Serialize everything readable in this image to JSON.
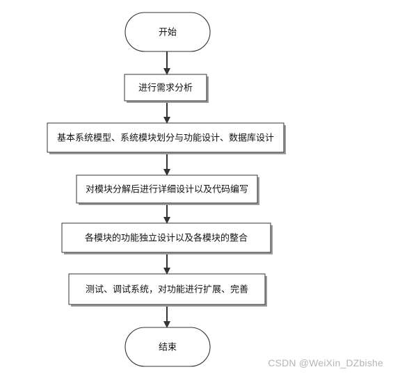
{
  "diagram": {
    "type": "flowchart",
    "line_color": "#333333",
    "node_fill": "#ffffff",
    "shadow_color": "#9a9a9a",
    "nodes": [
      {
        "id": "start",
        "shape": "terminal",
        "label": "开始"
      },
      {
        "id": "step1",
        "shape": "process",
        "label": "进行需求分析"
      },
      {
        "id": "step2",
        "shape": "process",
        "label": "基本系统模型、系统模块划分与功能设计、数据库设计"
      },
      {
        "id": "step3",
        "shape": "process",
        "label": "对模块分解后进行详细设计以及代码编写"
      },
      {
        "id": "step4",
        "shape": "process",
        "label": "各模块的功能独立设计以及各模块的整合"
      },
      {
        "id": "step5",
        "shape": "process",
        "label": "测试、调试系统，对功能进行扩展、完善"
      },
      {
        "id": "end",
        "shape": "terminal",
        "label": "结束"
      }
    ],
    "edges": [
      {
        "from": "start",
        "to": "step1"
      },
      {
        "from": "step1",
        "to": "step2"
      },
      {
        "from": "step2",
        "to": "step3"
      },
      {
        "from": "step3",
        "to": "step4"
      },
      {
        "from": "step4",
        "to": "step5"
      },
      {
        "from": "step5",
        "to": "end"
      }
    ]
  },
  "watermark": "CSDN @WeiXin_DZbishe"
}
